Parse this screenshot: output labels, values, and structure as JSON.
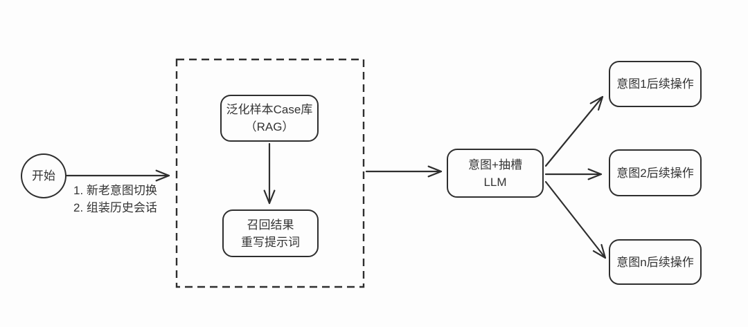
{
  "diagram": {
    "colors": {
      "stroke": "#2e2e2e",
      "text": "#333333",
      "background": "#fdfdfd"
    },
    "start_node": {
      "label": "开始"
    },
    "start_edge_note": {
      "line1": "1. 新老意图切换",
      "line2": "2. 组装历史会话"
    },
    "rag_group": {
      "case_box": {
        "line1": "泛化样本Case库",
        "line2": "（RAG）"
      },
      "recall_box": {
        "line1": "召回结果",
        "line2": "重写提示词"
      }
    },
    "llm_box": {
      "line1": "意图+抽槽",
      "line2": "LLM"
    },
    "intent_boxes": [
      {
        "label": "意图1后续操作"
      },
      {
        "label": "意图2后续操作"
      },
      {
        "label": "意图n后续操作"
      }
    ]
  }
}
